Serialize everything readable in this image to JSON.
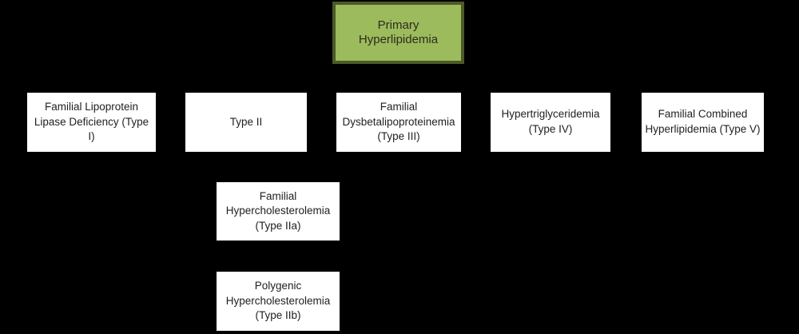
{
  "diagram": {
    "type": "hierarchy",
    "background_color": "#000000",
    "root": {
      "label": "Primary Hyperlipidemia",
      "fill_color": "#9cbb5c",
      "border_color": "#4c5a27",
      "text_color": "#2b2b20"
    },
    "node_style": {
      "fill_color": "#ffffff",
      "text_color": "#1f1f1f"
    },
    "nodes": [
      {
        "id": "type-i",
        "label": "Familial Lipoprotein Lipase Deficiency (Type I)",
        "parent": "Primary Hyperlipidemia"
      },
      {
        "id": "type-ii",
        "label": "Type II",
        "parent": "Primary Hyperlipidemia"
      },
      {
        "id": "type-iii",
        "label": "Familial Dysbetalipoproteinemia (Type III)",
        "parent": "Primary Hyperlipidemia"
      },
      {
        "id": "type-iv",
        "label": "Hypertriglyceridemia (Type IV)",
        "parent": "Primary Hyperlipidemia"
      },
      {
        "id": "type-v",
        "label": "Familial Combined Hyperlipidemia (Type V)",
        "parent": "Primary Hyperlipidemia"
      },
      {
        "id": "type-iia",
        "label": "Familial Hypercholesterolemia (Type IIa)",
        "parent": "Type II"
      },
      {
        "id": "type-iib",
        "label": "Polygenic Hypercholesterolemia (Type IIb)",
        "parent": "Type II"
      }
    ]
  }
}
